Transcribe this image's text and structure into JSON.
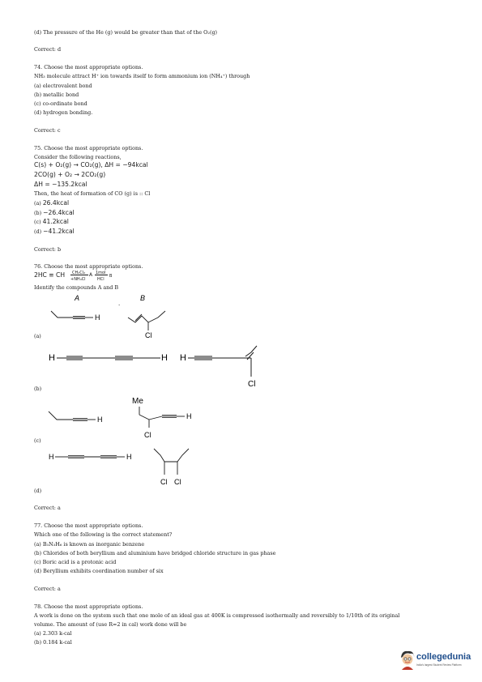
{
  "q73": {
    "option_d": "(d) The pressure of the He (g) would be greater than that of the O₂(g)",
    "correct": "Correct: d"
  },
  "q74": {
    "header": "74. Choose the most appropriate options.",
    "question": "NH₃ molecule attract H⁺ ion towards itself to form ammonium ion (NH₄⁺) through",
    "options": [
      "(a) electrovalent bond",
      "(b) metallic bond",
      "(c) co-ordinate bond",
      "(d) hydrogen bonding."
    ],
    "correct": "Correct: c"
  },
  "q75": {
    "header": "75. Choose the most appropriate options.",
    "intro": "Consider the following reactions,",
    "eq1": "C(s) + O₂(g) → CO₂(g), ΔH = −94kcal",
    "eq2": "2CO(g) + O₂ → 2CO₂(g)",
    "eq3": "ΔH = −135.2kcal",
    "question": "Then, the heat of formation of CO (g) is :: Cl",
    "opt_a_label": "(a)",
    "opt_a": "26.4kcal",
    "opt_b_label": "(b)",
    "opt_b": "−26.4kcal",
    "opt_c_label": "(c)",
    "opt_c": "41.2kcal",
    "opt_d_label": "(d)",
    "opt_d": "−41.2kcal",
    "correct": "Correct: b"
  },
  "q76": {
    "header": "76. Choose the most appropriate options.",
    "reaction_left": "2HC ≡ CH",
    "reagent_top": "CH₂Cl₂",
    "reagent_bottom": "+NH₄Cl",
    "product_a": "A",
    "reagent2_top": "1mol",
    "reagent2_bottom": "HCl",
    "product_b": "B",
    "question": "Identify the compounds A and B",
    "label_A": "A",
    "label_B": "B",
    "label_Me": "Me",
    "atom_H": "H",
    "atom_Cl": "Cl",
    "dot": ".",
    "opt_labels": [
      "(a)",
      "(b)",
      "(c)",
      "(d)"
    ],
    "correct": "Correct: a"
  },
  "q77": {
    "header": "77. Choose the most appropriate options.",
    "question": "Which one of the following is the correct statement?",
    "options": [
      "(a) B₃N₃H₆ is known as inorganic benzene",
      "(b) Chlorides of both beryllium and aluminium have bridged chloride structure in gas phase",
      "(c) Boric acid is a protonic acid",
      "(d) Beryllium exhibits coordination number of six"
    ],
    "correct": "Correct: a"
  },
  "q78": {
    "header": "78. Choose the most appropriate options.",
    "line1": "A work is done on the system such that one mole of an ideal gas at 400K is compressed isothermally and reversibly to 1/10th of its original",
    "line2": "volume. The amount of (use R=2 in cal) work done will be",
    "options": [
      "(a) 2.303 k-cal",
      "(b) 0.184 k-cal"
    ]
  },
  "logo": {
    "name": "collegedunia",
    "tagline": "India's largest Student Review Platform",
    "accent": "#1f4e8c"
  }
}
